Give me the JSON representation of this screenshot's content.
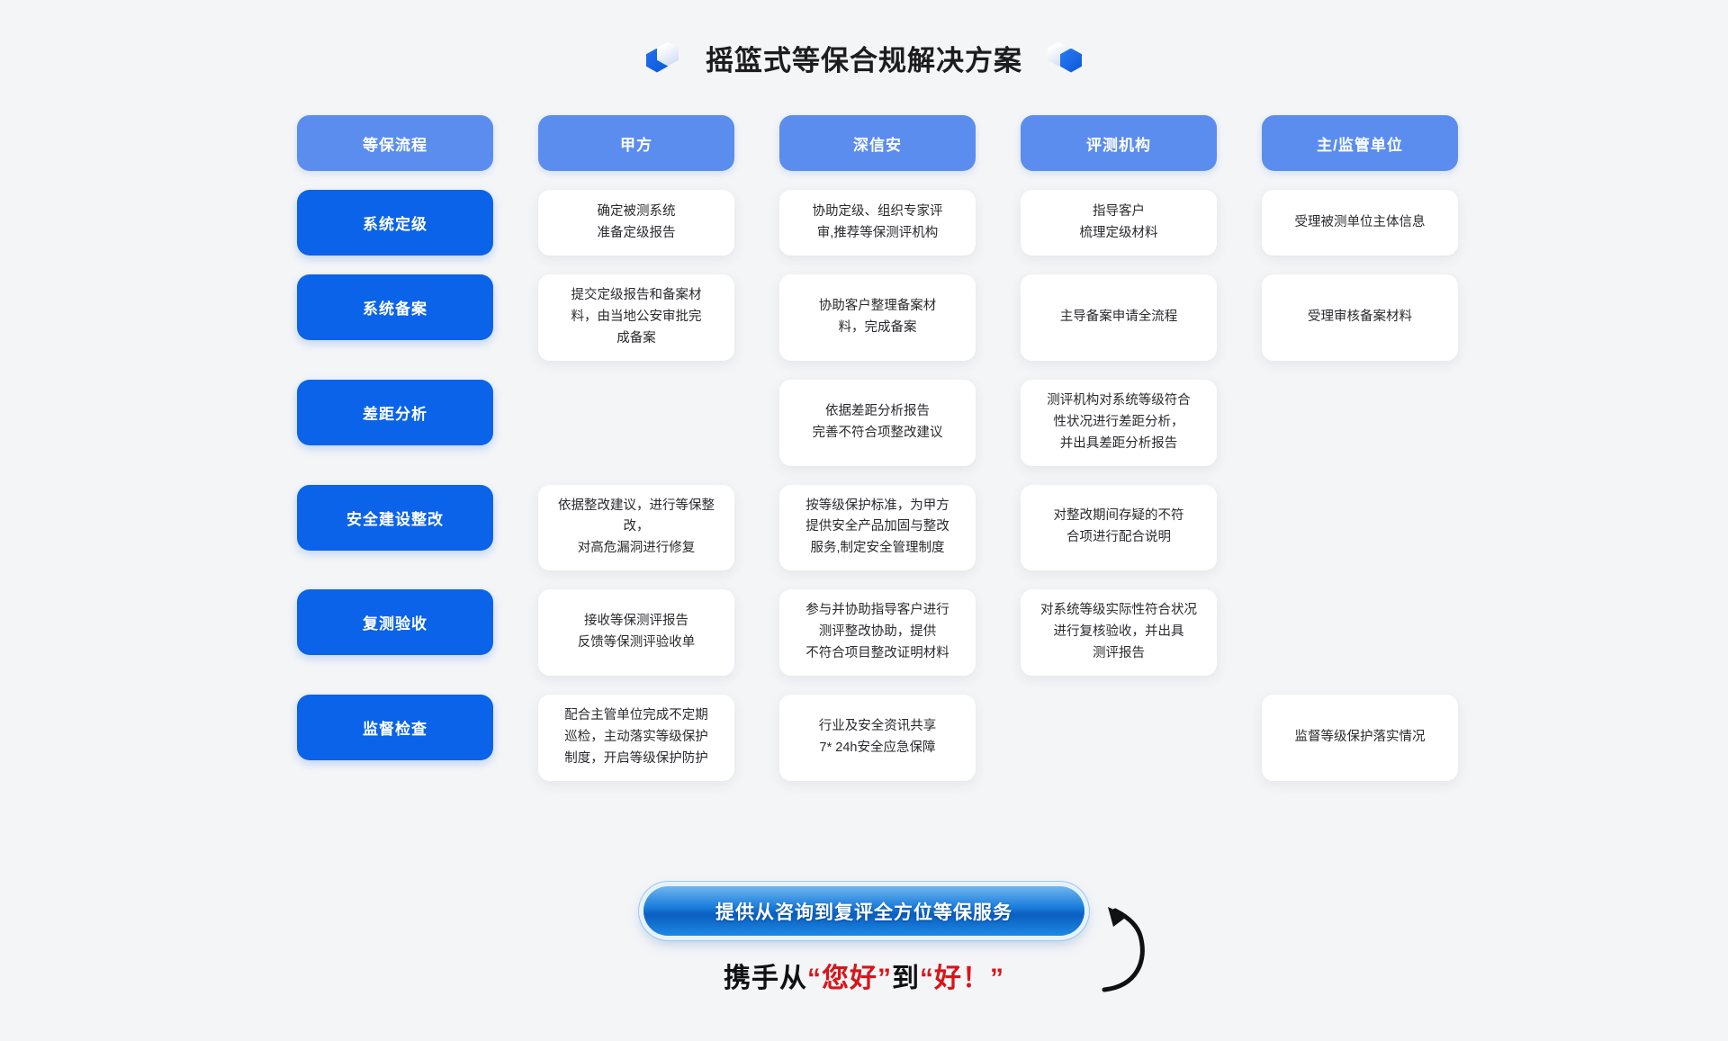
{
  "header": {
    "title": "摇篮式等保合规解决方案",
    "ornament_left": "hexagon-ornament",
    "ornament_right": "hexagon-ornament"
  },
  "colors": {
    "background": "#f4f5f7",
    "header_pill": "#5b8def",
    "stage_pill": "#0a63e8",
    "card": "#ffffff",
    "cta_blue": "#1b7ddc",
    "highlight_red": "#d8151a",
    "text": "#2a2a2e"
  },
  "table": {
    "columns": [
      "等保流程",
      "甲方",
      "深信安",
      "评测机构",
      "主/监管单位"
    ],
    "rows": [
      {
        "stage": "系统定级",
        "cells": [
          "确定被测系统\n准备定级报告",
          "协助定级、组织专家评\n审,推荐等保测评机构",
          "指导客户\n梳理定级材料",
          "受理被测单位主体信息"
        ]
      },
      {
        "stage": "系统备案",
        "cells": [
          "提交定级报告和备案材\n料，由当地公安审批完\n成备案",
          "协助客户整理备案材\n料，完成备案",
          "主导备案申请全流程",
          "受理审核备案材料"
        ]
      },
      {
        "stage": "差距分析",
        "cells": [
          "",
          "依据差距分析报告\n完善不符合项整改建议",
          "测评机构对系统等级符合\n性状况进行差距分析，\n并出具差距分析报告",
          ""
        ]
      },
      {
        "stage": "安全建设整改",
        "cells": [
          "依据整改建议，进行等保整改，\n对高危漏洞进行修复",
          "按等级保护标准，为甲方\n提供安全产品加固与整改\n服务,制定安全管理制度",
          "对整改期间存疑的不符\n合项进行配合说明",
          ""
        ]
      },
      {
        "stage": "复测验收",
        "cells": [
          "接收等保测评报告\n反馈等保测评验收单",
          "参与并协助指导客户进行\n测评整改协助，提供\n不符合项目整改证明材料",
          "对系统等级实际性符合状况\n进行复核验收，并出具\n测评报告",
          ""
        ]
      },
      {
        "stage": "监督检查",
        "cells": [
          "配合主管单位完成不定期\n巡检，主动落实等级保护\n制度，开启等级保护防护",
          "行业及安全资讯共享\n7* 24h安全应急保障",
          "",
          "监督等级保护落实情况"
        ]
      }
    ]
  },
  "footer": {
    "cta_label": "提供从咨询到复评全方位等保服务",
    "tagline_parts": [
      {
        "text": "携手从",
        "highlight": false
      },
      {
        "text": "“您好”",
        "highlight": true
      },
      {
        "text": "到",
        "highlight": false
      },
      {
        "text": "“好！”",
        "highlight": true
      }
    ],
    "arrow": "curved-arrow-icon"
  }
}
